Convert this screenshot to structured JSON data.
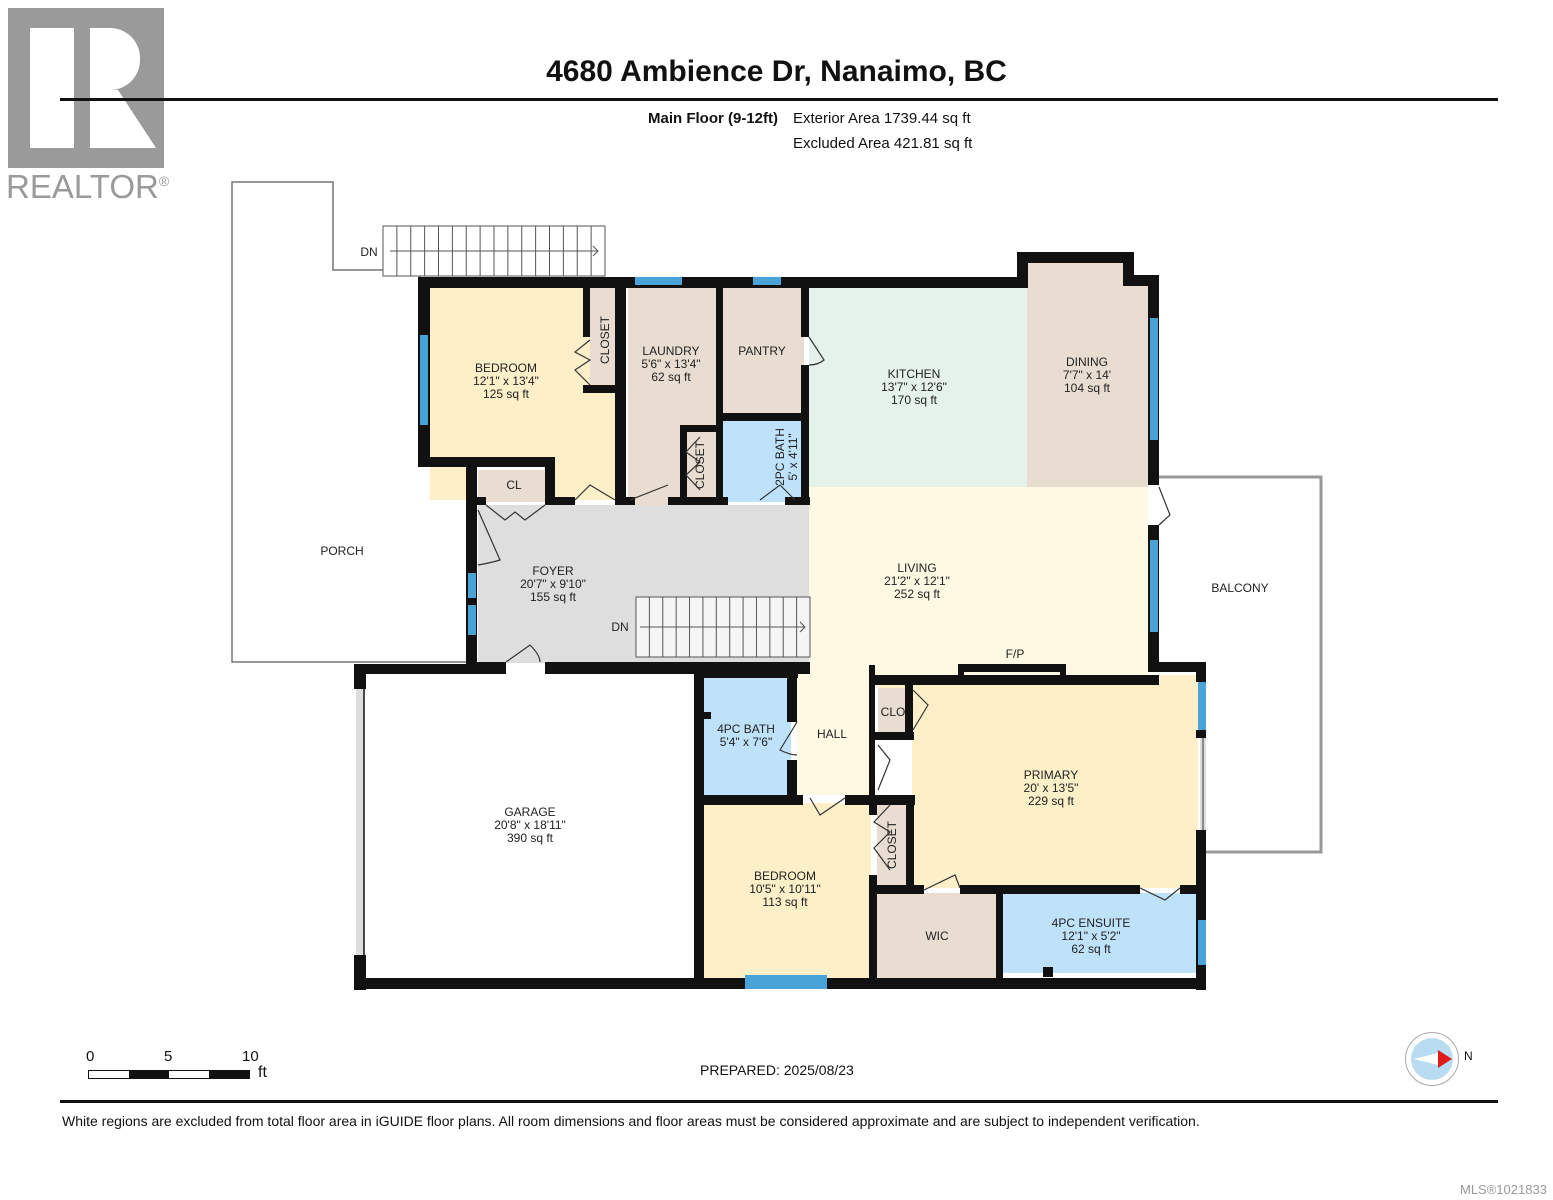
{
  "header": {
    "title": "4680 Ambience Dr, Nanaimo, BC",
    "floor_label": "Main Floor (9-12ft)",
    "exterior_area": "Exterior Area 1739.44 sq ft",
    "excluded_area": "Excluded Area 421.81 sq ft"
  },
  "logo": {
    "text": "REALTOR",
    "mark": "®"
  },
  "colors": {
    "wall": "#111111",
    "window": "#4aa3d8",
    "bedroom": "#fdf0c8",
    "utility": "#e8ddd0",
    "kitchen": "#e4f2ea",
    "bath": "#bfe2fb",
    "living": "#fef9e3",
    "foyer": "#dedede",
    "exterior": "#ffffff"
  },
  "rooms": [
    {
      "name": "BEDROOM",
      "dims": "12'1\" x 13'4\"",
      "area": "125 sq ft"
    },
    {
      "name": "CLOSET"
    },
    {
      "name": "LAUNDRY",
      "dims": "5'6\" x 13'4\"",
      "area": "62 sq ft"
    },
    {
      "name": "CLOSET"
    },
    {
      "name": "PANTRY"
    },
    {
      "name": "2PC BATH",
      "dims": "5' x 4'11\""
    },
    {
      "name": "KITCHEN",
      "dims": "13'7\" x 12'6\"",
      "area": "170 sq ft"
    },
    {
      "name": "DINING",
      "dims": "7'7\" x 14'",
      "area": "104 sq ft"
    },
    {
      "name": "CL"
    },
    {
      "name": "FOYER",
      "dims": "20'7\" x 9'10\"",
      "area": "155 sq ft"
    },
    {
      "name": "LIVING",
      "dims": "21'2\" x 12'1\"",
      "area": "252 sq ft"
    },
    {
      "name": "PORCH"
    },
    {
      "name": "BALCONY"
    },
    {
      "name": "F/P"
    },
    {
      "name": "GARAGE",
      "dims": "20'8\" x 18'11\"",
      "area": "390 sq ft"
    },
    {
      "name": "4PC BATH",
      "dims": "5'4\" x 7'6\""
    },
    {
      "name": "HALL"
    },
    {
      "name": "CLO"
    },
    {
      "name": "PRIMARY",
      "dims": "20' x 13'5\"",
      "area": "229 sq ft"
    },
    {
      "name": "BEDROOM",
      "dims": "10'5\" x 10'11\"",
      "area": "113 sq ft"
    },
    {
      "name": "CLOSET"
    },
    {
      "name": "WIC"
    },
    {
      "name": "4PC ENSUITE",
      "dims": "12'1\" x 5'2\"",
      "area": "62 sq ft"
    }
  ],
  "stairs": [
    {
      "label": "DN"
    },
    {
      "label": "DN"
    }
  ],
  "scale": {
    "ticks": [
      "0",
      "5",
      "10"
    ],
    "unit": "ft"
  },
  "compass": {
    "label": "N",
    "icon": "compass-icon"
  },
  "footer": {
    "prepared": "PREPARED: 2025/08/23",
    "disclaimer": "White regions are excluded from total floor area in iGUIDE floor plans. All room dimensions and floor areas must be considered approximate and are subject to independent verification.",
    "mls": "MLS®1021833"
  }
}
